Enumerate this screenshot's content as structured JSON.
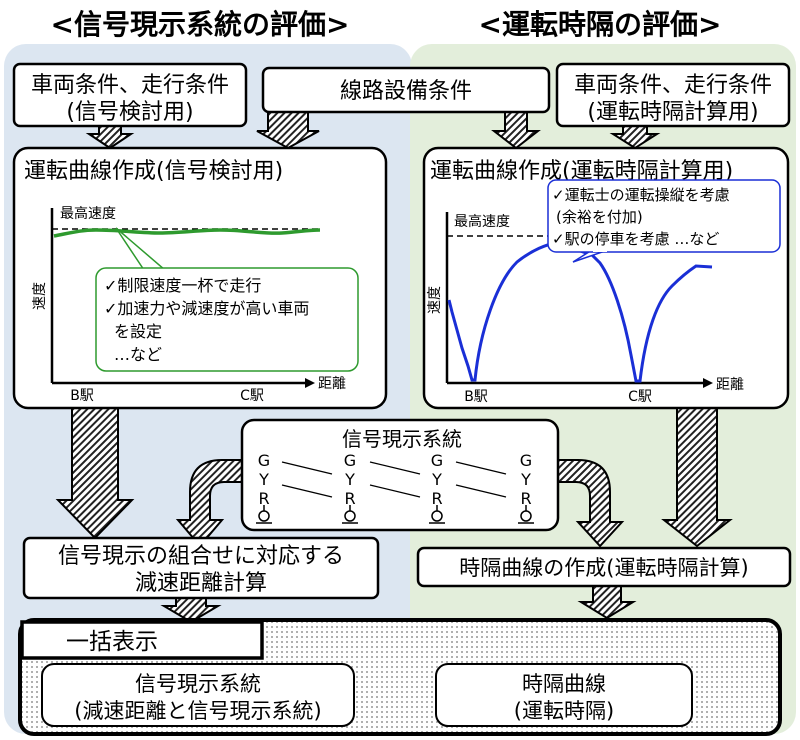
{
  "headers": {
    "left": "<信号現示系統の評価>",
    "right": "<運転時隔の評価>"
  },
  "boxes": {
    "vehicle_signal": {
      "line1": "車両条件、走行条件",
      "line2": "(信号検討用)"
    },
    "track": "線路設備条件",
    "vehicle_headway": {
      "line1": "車両条件、走行条件",
      "line2": "(運転時隔計算用)"
    },
    "curve_signal_title": "運転曲線作成(信号検討用)",
    "curve_headway_title": "運転曲線作成(運転時隔計算用)",
    "aspect_system_title": "信号現示系統",
    "decel_calc": {
      "line1": "信号現示の組合せに対応する",
      "line2": "減速距離計算"
    },
    "headway_curve": "時隔曲線の作成(運転時隔計算)",
    "batch_title": "一括表示",
    "batch_left": {
      "line1": "信号現示系統",
      "line2": "(減速距離と信号現示系統)"
    },
    "batch_right": {
      "line1": "時隔曲線",
      "line2": "(運転時隔)"
    }
  },
  "chart_left": {
    "max_speed": "最高速度",
    "ylabel": "速度",
    "xlabel": "距離",
    "station_b": "B駅",
    "station_c": "C駅",
    "callout": [
      "✓制限速度一杯で走行",
      "✓加速力や減速度が高い車両",
      "を設定",
      "…など"
    ],
    "line_color": "#2e9a2e"
  },
  "chart_right": {
    "max_speed": "最高速度",
    "ylabel": "速度",
    "xlabel": "距離",
    "station_b": "B駅",
    "station_c": "C駅",
    "callout": [
      "✓運転士の運転操縦を考慮",
      "(余裕を付加)",
      "✓駅の停車を考慮 …など"
    ],
    "line_color": "#1a2fd6"
  },
  "signals": {
    "columns": [
      [
        "G",
        "Y",
        "R"
      ],
      [
        "G",
        "Y",
        "R"
      ],
      [
        "G",
        "Y",
        "R"
      ],
      [
        "G",
        "Y",
        "R"
      ]
    ]
  },
  "colors": {
    "left_panel": "#dce6f1",
    "right_panel": "#e3eedb"
  }
}
